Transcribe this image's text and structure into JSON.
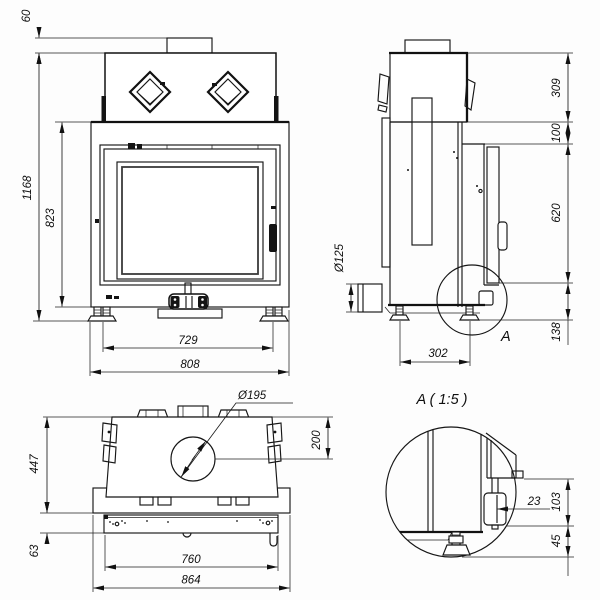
{
  "front_view": {
    "dim_chimney": "60",
    "dim_total_height": "1168",
    "dim_body_height": "823",
    "dim_feet_span": "729",
    "dim_body_width": "808"
  },
  "side_view": {
    "dim_hood_height": "309",
    "dim_gap": "100",
    "dim_door_height": "620",
    "dim_base_height": "138",
    "dim_feet_span": "302",
    "dim_air_inlet": "Ø125",
    "detail_marker": "A"
  },
  "top_view": {
    "dim_depth": "447",
    "dim_front_panel": "63",
    "dim_panel_width": "760",
    "dim_total_width": "864",
    "dim_flue_diameter": "Ø195",
    "dim_flue_offset": "200"
  },
  "detail_a": {
    "title": "A ( 1:5 )",
    "dim_valve": "23",
    "dim_bracket": "103",
    "dim_foot": "45"
  }
}
